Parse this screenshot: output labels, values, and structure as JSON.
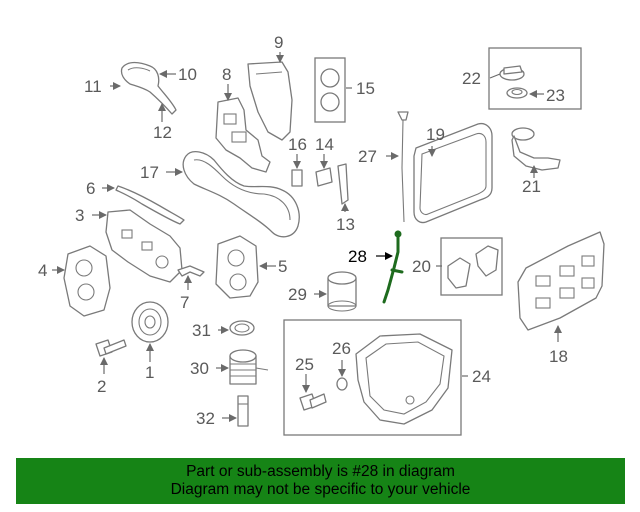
{
  "callouts": {
    "c1": "1",
    "c2": "2",
    "c3": "3",
    "c4": "4",
    "c5": "5",
    "c6": "6",
    "c7": "7",
    "c8": "8",
    "c9": "9",
    "c10": "10",
    "c11": "11",
    "c12": "12",
    "c13": "13",
    "c14": "14",
    "c15": "15",
    "c16": "16",
    "c17": "17",
    "c18": "18",
    "c19": "19",
    "c20": "20",
    "c21": "21",
    "c22": "22",
    "c23": "23",
    "c24": "24",
    "c25": "25",
    "c26": "26",
    "c27": "27",
    "c28": "28",
    "c29": "29",
    "c30": "30",
    "c31": "31",
    "c32": "32"
  },
  "banner": {
    "line1": "Part or sub-assembly is #28 in diagram",
    "line2": "Diagram may not be specific to your vehicle"
  },
  "colors": {
    "banner_bg": "#168416",
    "highlight_part": "#1e6b1e"
  }
}
